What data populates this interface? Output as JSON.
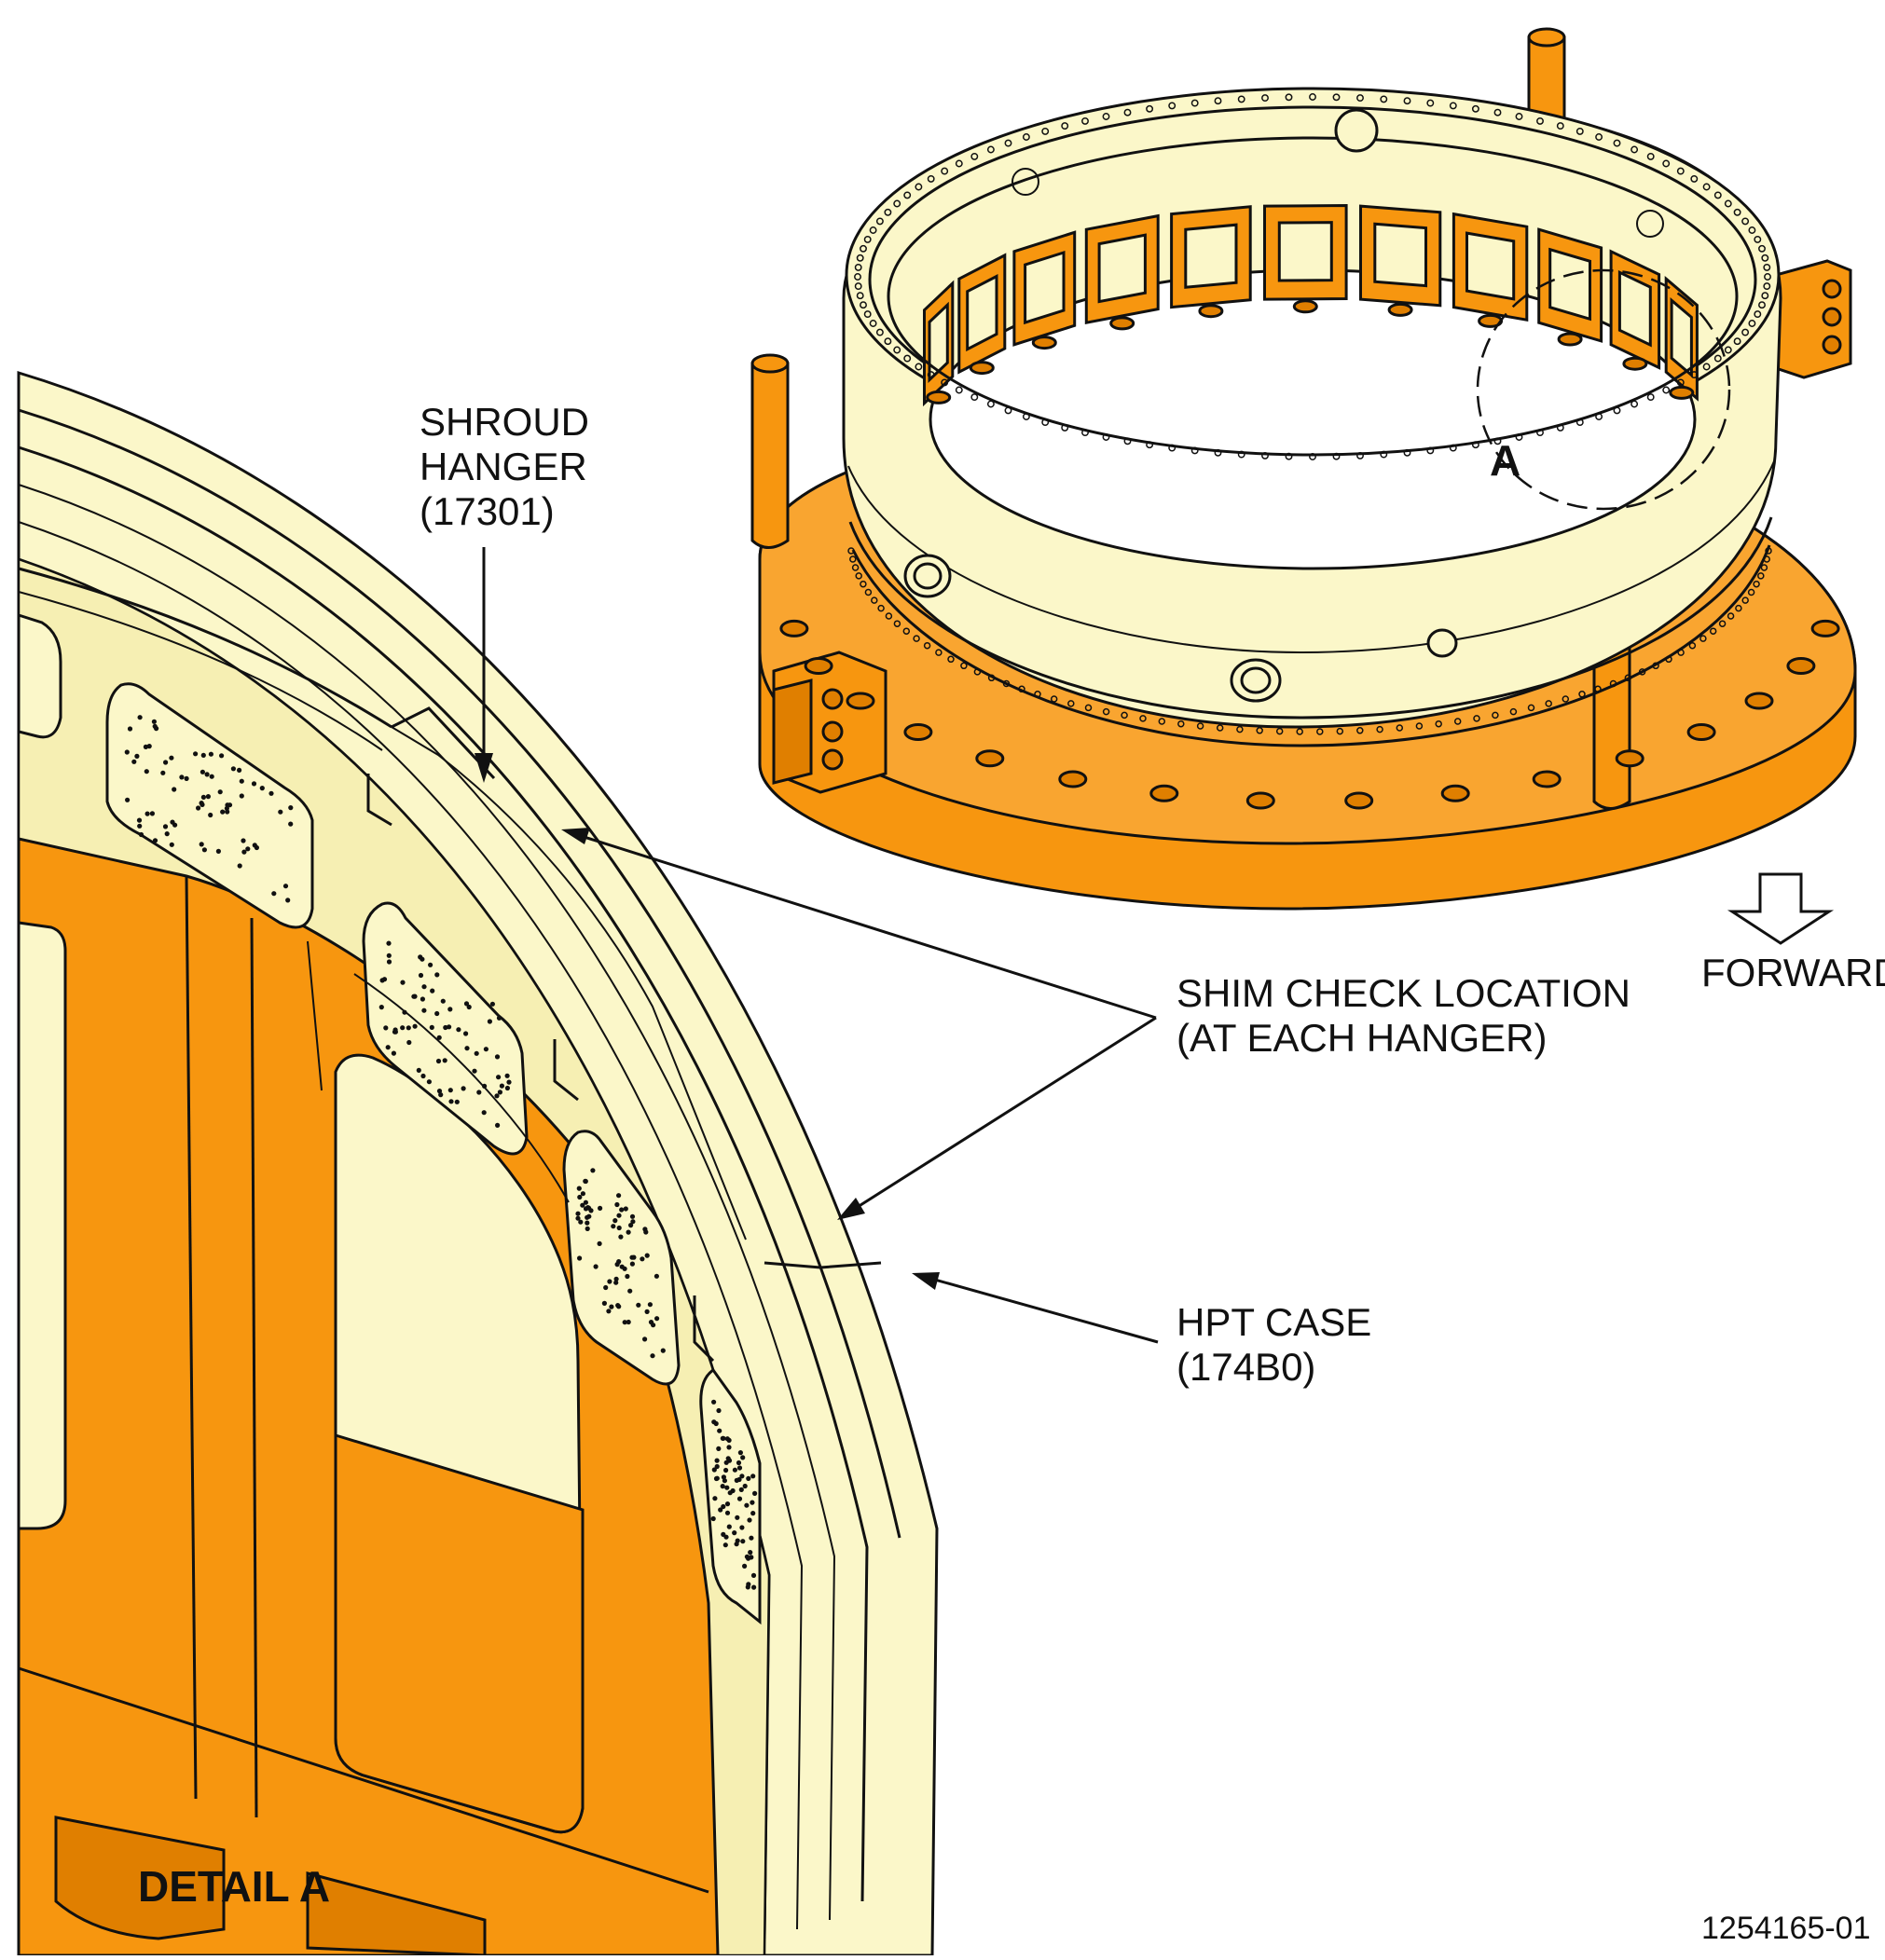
{
  "labels": {
    "shroud_hanger": [
      "SHROUD",
      "HANGER",
      "(17301)"
    ],
    "shim_check": [
      "SHIM CHECK LOCATION",
      "(AT EACH HANGER)"
    ],
    "hpt_case": [
      "HPT CASE",
      "(174B0)"
    ],
    "forward": "FORWARD",
    "detail_callout": "A",
    "detail_title": "DETAIL A",
    "figure_number": "1254165-01"
  },
  "colors": {
    "cream": "#fbf7c9",
    "orange": "#f7960f",
    "ink": "#111111"
  }
}
